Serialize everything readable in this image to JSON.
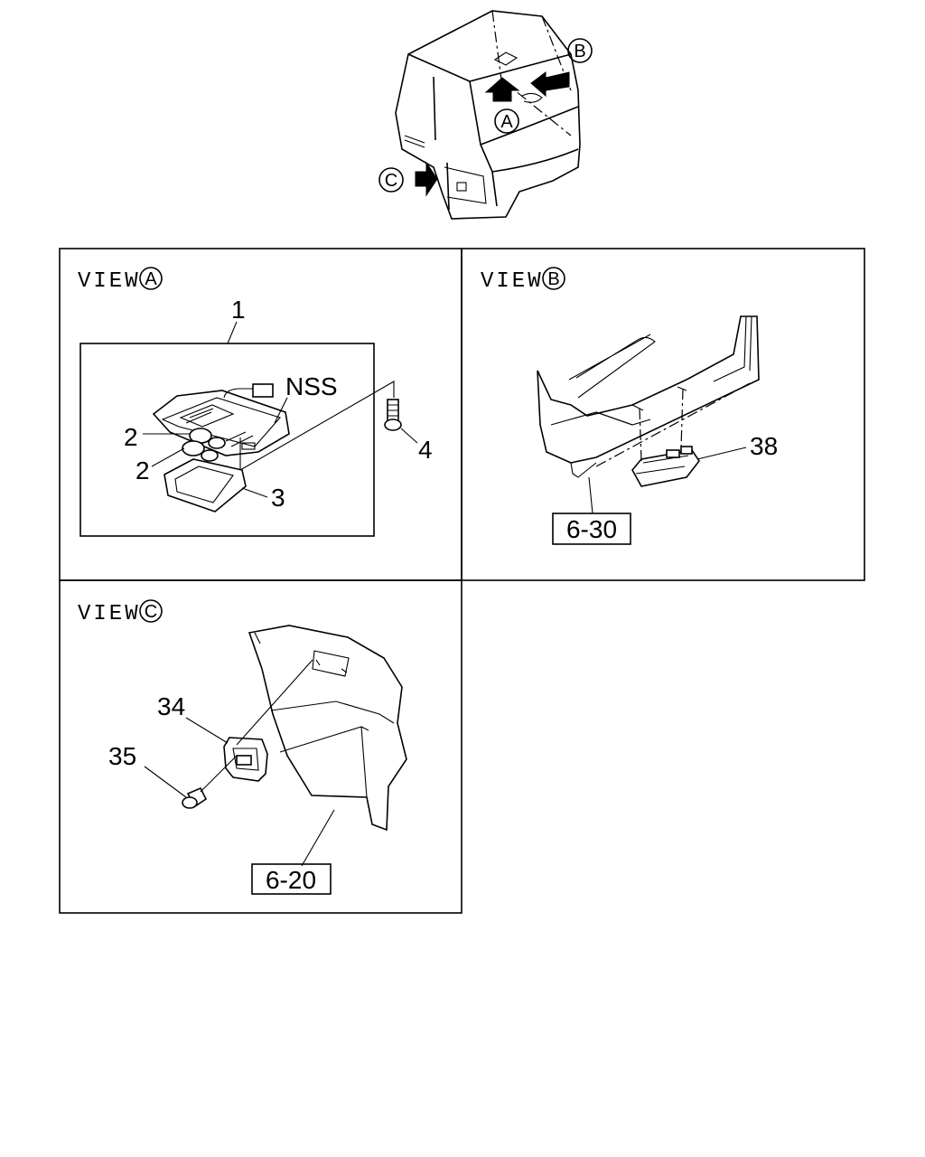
{
  "cab": {
    "callouts": {
      "a": "A",
      "b": "B",
      "c": "C"
    }
  },
  "views": {
    "a": {
      "title": "VIEW",
      "marker": "A",
      "labels": {
        "p1": "1",
        "p2a": "2",
        "p2b": "2",
        "p3": "3",
        "p4": "4",
        "nss": "NSS"
      }
    },
    "b": {
      "title": "VIEW",
      "marker": "B",
      "labels": {
        "p38": "38",
        "ref": "6-30"
      }
    },
    "c": {
      "title": "VIEW",
      "marker": "C",
      "labels": {
        "p34": "34",
        "p35": "35",
        "ref": "6-20"
      }
    }
  }
}
